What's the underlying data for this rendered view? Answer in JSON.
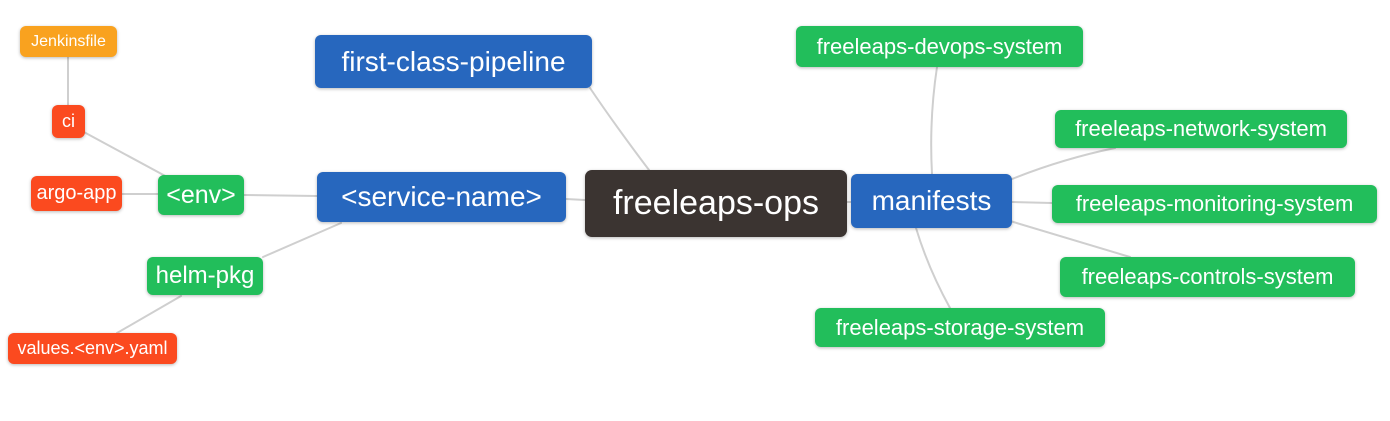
{
  "diagram": {
    "type": "mind-map",
    "colors": {
      "background": "#FFFFFF",
      "edge": "#CFCFCF",
      "root_dark": "#3B3431",
      "branch_blue": "#2767BE",
      "leaf_green": "#22BE5B",
      "leaf_red": "#FB4A1F",
      "leaf_amber": "#F9A21F",
      "text": "#FFFFFF"
    },
    "nodes": {
      "root": {
        "label": "freeleaps-ops",
        "color": "#3B3431"
      },
      "first_class_pipeline": {
        "label": "first-class-pipeline",
        "color": "#2767BE"
      },
      "service_name": {
        "label": "<service-name>",
        "color": "#2767BE"
      },
      "manifests": {
        "label": "manifests",
        "color": "#2767BE"
      },
      "env": {
        "label": "<env>",
        "color": "#22BE5B"
      },
      "helm_pkg": {
        "label": "helm-pkg",
        "color": "#22BE5B"
      },
      "ci": {
        "label": "ci",
        "color": "#FB4A1F"
      },
      "argo_app": {
        "label": "argo-app",
        "color": "#FB4A1F"
      },
      "values_env_yaml": {
        "label": "values.<env>.yaml",
        "color": "#FB4A1F"
      },
      "jenkinsfile": {
        "label": "Jenkinsfile",
        "color": "#F9A21F"
      },
      "devops": {
        "label": "freeleaps-devops-system",
        "color": "#22BE5B"
      },
      "network": {
        "label": "freeleaps-network-system",
        "color": "#22BE5B"
      },
      "monitoring": {
        "label": "freeleaps-monitoring-system",
        "color": "#22BE5B"
      },
      "controls": {
        "label": "freeleaps-controls-system",
        "color": "#22BE5B"
      },
      "storage": {
        "label": "freeleaps-storage-system",
        "color": "#22BE5B"
      }
    },
    "edges": [
      {
        "from": "jenkinsfile",
        "to": "ci"
      },
      {
        "from": "ci",
        "to": "env"
      },
      {
        "from": "argo_app",
        "to": "env"
      },
      {
        "from": "env",
        "to": "service_name"
      },
      {
        "from": "helm_pkg",
        "to": "service_name"
      },
      {
        "from": "values_env_yaml",
        "to": "helm_pkg"
      },
      {
        "from": "service_name",
        "to": "root"
      },
      {
        "from": "first_class_pipeline",
        "to": "root"
      },
      {
        "from": "manifests",
        "to": "root"
      },
      {
        "from": "devops",
        "to": "manifests"
      },
      {
        "from": "network",
        "to": "manifests"
      },
      {
        "from": "monitoring",
        "to": "manifests"
      },
      {
        "from": "controls",
        "to": "manifests"
      },
      {
        "from": "storage",
        "to": "manifests"
      }
    ]
  }
}
